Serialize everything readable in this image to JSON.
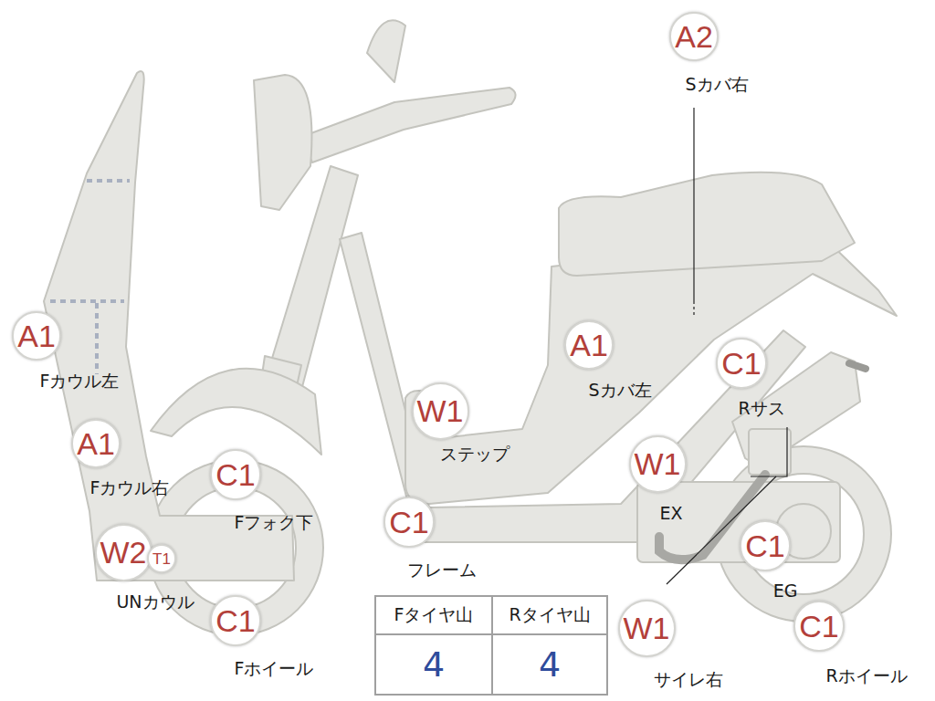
{
  "diagram": {
    "nodes": [
      {
        "text": [
          "A2",
          "Sカバ右"
        ]
      },
      {
        "text": [
          "A1",
          "Fカウル左"
        ]
      },
      {
        "text": [
          "A1",
          "Sカバ左"
        ]
      },
      {
        "text": [
          "C1",
          "Rサス"
        ]
      },
      {
        "text": [
          "W1",
          "ステップ"
        ]
      },
      {
        "text": [
          "A1",
          "Fカウル右"
        ]
      },
      {
        "text": [
          "C1",
          "Fフォク下"
        ]
      },
      {
        "text": [
          "W1",
          "EX"
        ]
      },
      {
        "text": [
          "C1",
          "フレーム"
        ]
      },
      {
        "text": [
          "W2",
          "UNカウル"
        ]
      },
      {
        "text": [
          "T1"
        ]
      },
      {
        "text": [
          "C1",
          "EG"
        ]
      },
      {
        "text": [
          "C1",
          "Fホイール"
        ]
      },
      {
        "text": [
          "W1",
          "サイレ右"
        ]
      },
      {
        "text": [
          "C1",
          "Rホイール"
        ]
      }
    ],
    "labels": [
      "Fタイヤ山",
      "Rタイヤ山",
      "4",
      "4"
    ]
  }
}
